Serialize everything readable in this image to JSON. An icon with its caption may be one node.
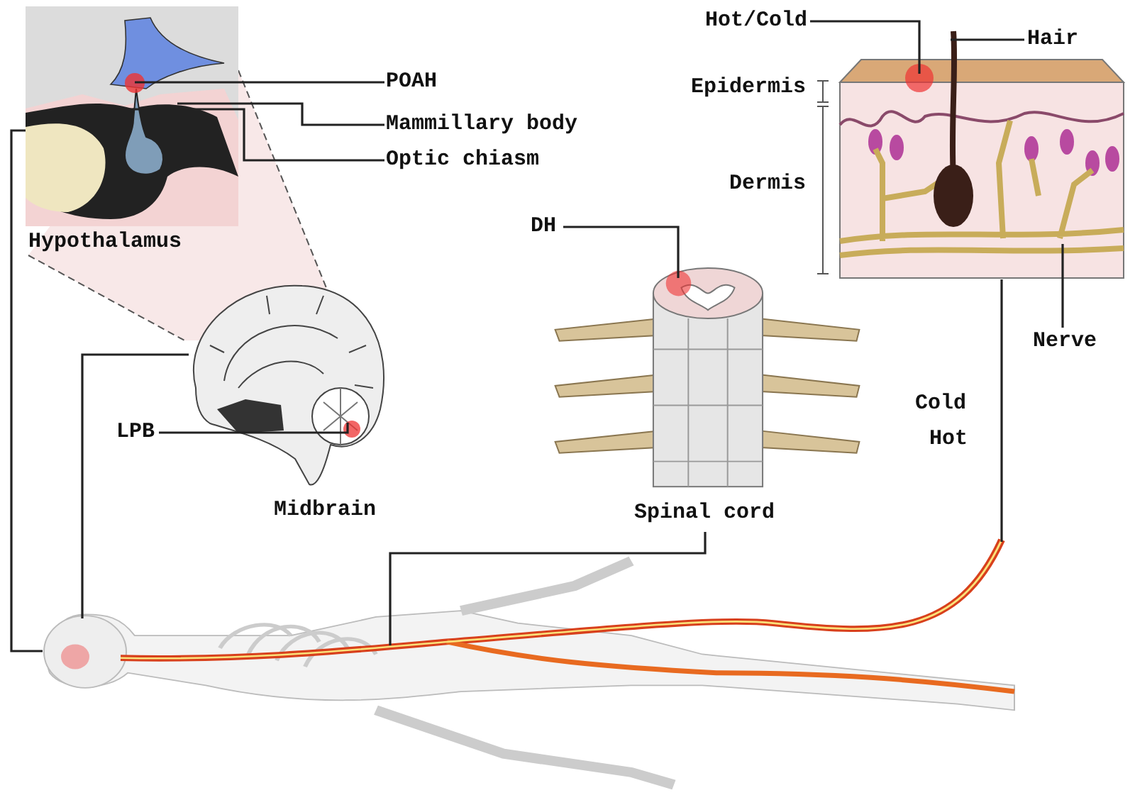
{
  "diagram": {
    "nodes": [
      {
        "text": [
          "Hypothalamus"
        ]
      },
      {
        "text": [
          "POAH"
        ]
      },
      {
        "text": [
          "Mammillary body"
        ]
      },
      {
        "text": [
          "Optic chiasm"
        ]
      },
      {
        "text": [
          "Midbrain"
        ]
      },
      {
        "text": [
          "LPB"
        ]
      },
      {
        "text": [
          "Spinal cord"
        ]
      },
      {
        "text": [
          "DH"
        ]
      },
      {
        "text": [],
        "shape": "picture"
      },
      {
        "text": [
          "Hot/Cold"
        ]
      },
      {
        "text": [
          "Hair"
        ]
      },
      {
        "text": [
          "Nerve"
        ]
      },
      {
        "text": [],
        "shape": "picture"
      }
    ],
    "edges": [
      {
        "from": 1,
        "to": 0,
        "arrow": "none"
      },
      {
        "from": 2,
        "to": 0,
        "arrow": "none"
      },
      {
        "from": 3,
        "to": 0,
        "arrow": "none"
      },
      {
        "from": 0,
        "to": 12,
        "arrow": "none"
      },
      {
        "from": 4,
        "to": 12,
        "arrow": "none"
      },
      {
        "from": 5,
        "to": 4,
        "arrow": "none"
      },
      {
        "from": 6,
        "to": 12,
        "arrow": "none"
      },
      {
        "from": 7,
        "to": 6,
        "arrow": "none"
      },
      {
        "from": 8,
        "to": 12,
        "arrow": "none"
      },
      {
        "from": 9,
        "to": 8,
        "arrow": "none"
      },
      {
        "from": 10,
        "to": 8,
        "arrow": "none"
      },
      {
        "from": 11,
        "to": 8,
        "arrow": "none"
      }
    ],
    "labels": [
      "Epidermis",
      "Dermis",
      "Cold",
      "Hot"
    ]
  }
}
